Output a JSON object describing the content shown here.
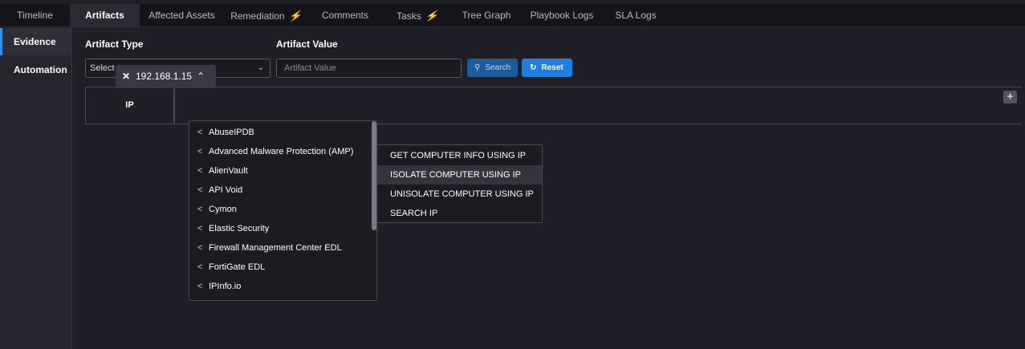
{
  "tabs": [
    {
      "label": "Timeline",
      "active": false,
      "bolt": false
    },
    {
      "label": "Artifacts",
      "active": true,
      "bolt": false
    },
    {
      "label": "Affected Assets",
      "active": false,
      "bolt": false
    },
    {
      "label": "Remediation",
      "active": false,
      "bolt": true
    },
    {
      "label": "Comments",
      "active": false,
      "bolt": false
    },
    {
      "label": "Tasks",
      "active": false,
      "bolt": true
    },
    {
      "label": "Tree Graph",
      "active": false,
      "bolt": false
    },
    {
      "label": "Playbook Logs",
      "active": false,
      "bolt": false
    },
    {
      "label": "SLA Logs",
      "active": false,
      "bolt": false
    }
  ],
  "sidebar": {
    "items": [
      {
        "label": "Evidence",
        "active": true
      },
      {
        "label": "Automation",
        "active": false
      }
    ]
  },
  "filters": {
    "artifact_type_label": "Artifact Type",
    "artifact_type_value": "Select",
    "artifact_value_label": "Artifact Value",
    "artifact_value_placeholder": "Artifact Value",
    "search_label": "Search",
    "reset_label": "Reset"
  },
  "artifact": {
    "type": "IP",
    "value": "192.168.1.15"
  },
  "integrations": [
    "AbuseIPDB",
    "Advanced Malware Protection (AMP)",
    "AlienVault",
    "API Void",
    "Cymon",
    "Elastic Security",
    "Firewall Management Center EDL",
    "FortiGate EDL",
    "IPInfo.io"
  ],
  "actions": [
    {
      "label": "GET COMPUTER INFO USING IP",
      "hover": false
    },
    {
      "label": "ISOLATE COMPUTER USING IP",
      "hover": true
    },
    {
      "label": "UNISOLATE COMPUTER USING IP",
      "hover": false
    },
    {
      "label": "SEARCH IP",
      "hover": false
    }
  ],
  "colors": {
    "accent": "#1d7fe0",
    "bolt": "#3b8ee6",
    "background": "#1f1f27"
  },
  "icons": {
    "bolt": "⚡",
    "search": "⚲",
    "reset": "↻",
    "remove": "✕",
    "collapse": "⌃",
    "expand_left": "<",
    "dropdown": "⌄",
    "add": "+"
  }
}
